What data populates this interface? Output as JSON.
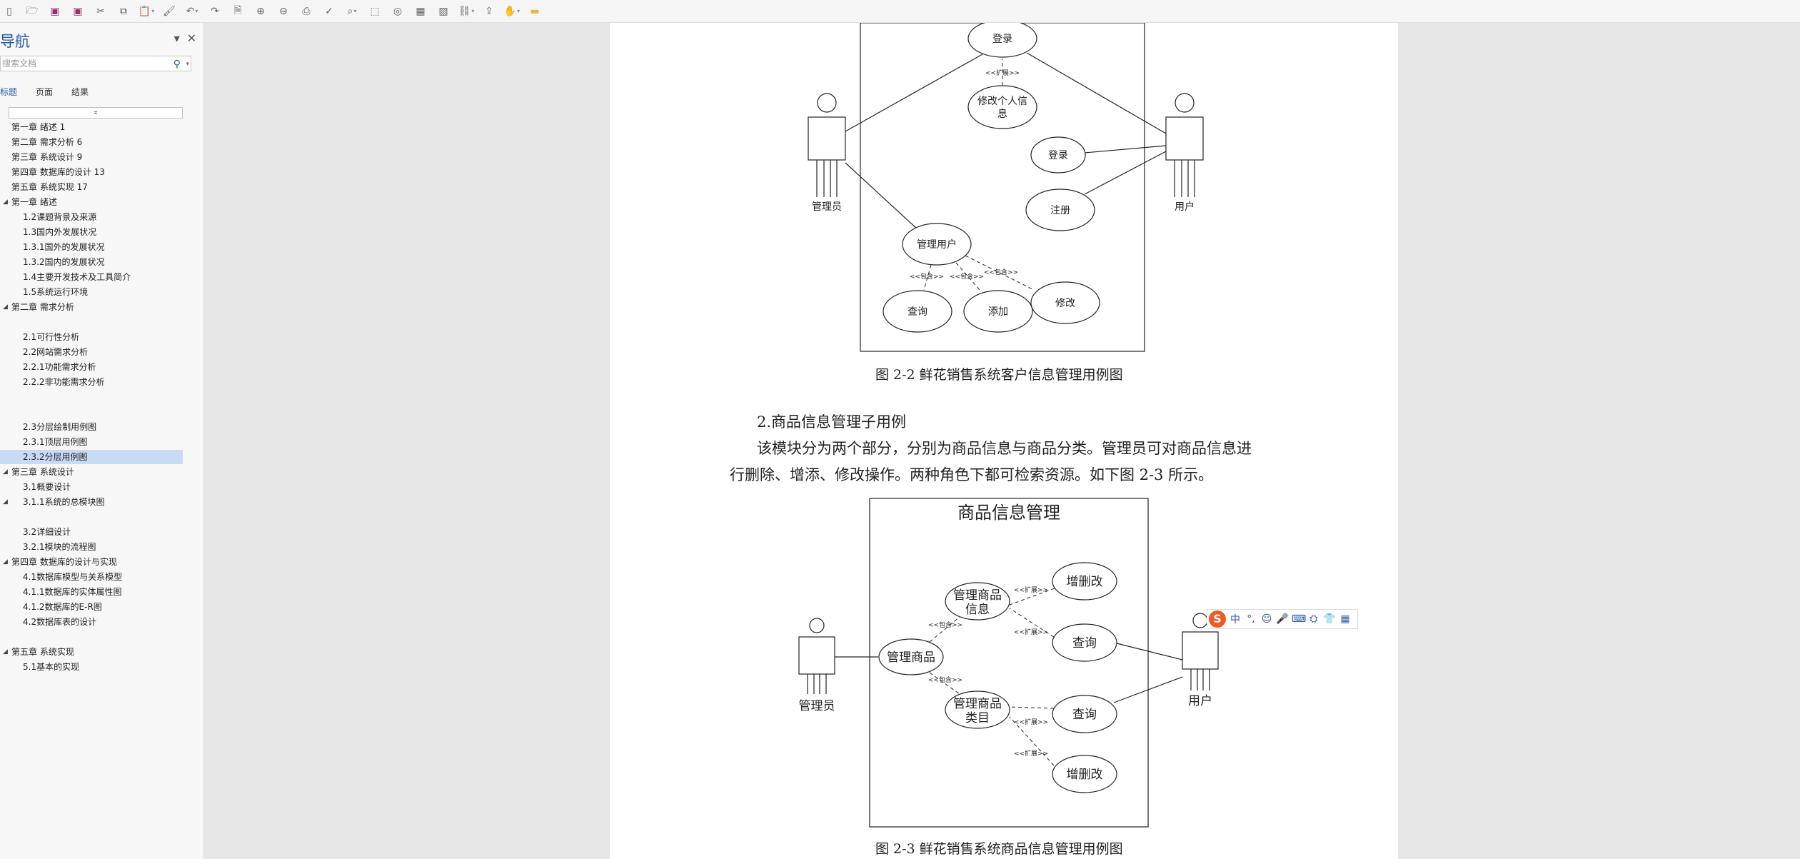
{
  "toolbar": {
    "icons": [
      "new-doc-icon",
      "open-folder-icon",
      "save-icon",
      "save-as-icon",
      "cut-icon",
      "copy-icon",
      "paste-icon",
      "format-painter-icon",
      "undo-icon",
      "redo-icon",
      "print-preview-icon",
      "zoom-in-icon",
      "zoom-out-icon",
      "print-icon",
      "spell-check-icon",
      "find-icon",
      "select-icon",
      "circle-icon",
      "insert-table-icon",
      "insert-image-icon",
      "link-icon",
      "share-icon",
      "hand-icon",
      "folder-icon"
    ]
  },
  "nav": {
    "title": "导航",
    "search_placeholder": "搜索文档",
    "tabs": [
      "标题",
      "页面",
      "结果"
    ],
    "collapse_label": "⌅",
    "items": [
      {
        "label": "第一章  绪述 1",
        "level": 1,
        "tri": false
      },
      {
        "label": "第二章  需求分析 6",
        "level": 1,
        "tri": false
      },
      {
        "label": "第三章  系统设计 9",
        "level": 1,
        "tri": false
      },
      {
        "label": "第四章  数据库的设计 13",
        "level": 1,
        "tri": false
      },
      {
        "label": "第五章  系统实现 17",
        "level": 1,
        "tri": false
      },
      {
        "label": "第一章  绪述",
        "level": 1,
        "tri": true
      },
      {
        "label": "1.2课题背景及来源",
        "level": 2,
        "tri": false
      },
      {
        "label": "1.3国内外发展状况",
        "level": 2,
        "tri": false
      },
      {
        "label": "1.3.1国外的发展状况",
        "level": 2,
        "tri": false
      },
      {
        "label": "1.3.2国内的发展状况",
        "level": 2,
        "tri": false
      },
      {
        "label": "1.4主要开发技术及工具简介",
        "level": 2,
        "tri": false
      },
      {
        "label": "1.5系统运行环境",
        "level": 2,
        "tri": false
      },
      {
        "label": "第二章  需求分析",
        "level": 1,
        "tri": true
      },
      {
        "label": "",
        "level": 2,
        "tri": false
      },
      {
        "label": "2.1可行性分析",
        "level": 2,
        "tri": false
      },
      {
        "label": "2.2网站需求分析",
        "level": 2,
        "tri": false
      },
      {
        "label": "2.2.1功能需求分析",
        "level": 2,
        "tri": false
      },
      {
        "label": "2.2.2非功能需求分析",
        "level": 2,
        "tri": false
      },
      {
        "label": "",
        "level": 2,
        "tri": false
      },
      {
        "label": "",
        "level": 2,
        "tri": false
      },
      {
        "label": "2.3分层绘制用例图",
        "level": 2,
        "tri": false
      },
      {
        "label": "2.3.1顶层用例图",
        "level": 2,
        "tri": false
      },
      {
        "label": "2.3.2分层用例图",
        "level": 2,
        "tri": false,
        "selected": true
      },
      {
        "label": "第三章  系统设计",
        "level": 1,
        "tri": true
      },
      {
        "label": "3.1概要设计",
        "level": 2,
        "tri": false
      },
      {
        "label": "3.1.1系统的总模块图",
        "level": 2,
        "tri": true
      },
      {
        "label": "",
        "level": 2,
        "tri": false
      },
      {
        "label": "3.2详细设计",
        "level": 2,
        "tri": false
      },
      {
        "label": "3.2.1模块的流程图",
        "level": 2,
        "tri": false
      },
      {
        "label": "第四章  数据库的设计与实现",
        "level": 1,
        "tri": true
      },
      {
        "label": "4.1数据库模型与关系模型",
        "level": 2,
        "tri": false
      },
      {
        "label": "4.1.1数据库的实体属性图",
        "level": 2,
        "tri": false
      },
      {
        "label": "4.1.2数据库的E-R图",
        "level": 2,
        "tri": false
      },
      {
        "label": "4.2数据库表的设计",
        "level": 2,
        "tri": false
      },
      {
        "label": "",
        "level": 2,
        "tri": false
      },
      {
        "label": "第五章  系统实现",
        "level": 1,
        "tri": true
      },
      {
        "label": "5.1基本的实现",
        "level": 2,
        "tri": false
      }
    ]
  },
  "doc": {
    "diagram1": {
      "actor_admin": "管理员",
      "actor_user": "用户",
      "uc_login_top": "登录",
      "uc_modify_info_1": "修改个人信",
      "uc_modify_info_2": "息",
      "uc_login": "登录",
      "uc_register": "注册",
      "uc_manage_user": "管理用户",
      "uc_query": "查询",
      "uc_add": "添加",
      "uc_modify": "修改",
      "rel_extend": "<<扩展>>",
      "rel_include": "<<包含>>"
    },
    "caption1": "图 2-2   鲜花销售系统客户信息管理用例图",
    "section_heading": "2.商品信息管理子用例",
    "para_line1": "该模块分为两个部分，分别为商品信息与商品分类。管理员可对商品信息进",
    "para_line2": "行删除、增添、修改操作。两种角色下都可检索资源。如下图 2-3 所示。",
    "diagram2": {
      "title": "商品信息管理",
      "actor_admin": "管理员",
      "actor_user": "用户",
      "uc_manage_goods": "管理商品",
      "uc_goods_info_1": "管理商品",
      "uc_goods_info_2": "信息",
      "uc_goods_cat_1": "管理商品",
      "uc_goods_cat_2": "类目",
      "uc_crud": "增删改",
      "uc_query": "查询",
      "rel_extend": "<<扩展>>",
      "rel_include": "<<包含>>"
    },
    "caption2": "图 2-3   鲜花销售系统商品信息管理用例图"
  },
  "ime": {
    "logo": "S",
    "items": [
      "中",
      "°,",
      "☺",
      "🎤",
      "⌨",
      "⛭",
      "👕",
      "▦"
    ]
  }
}
